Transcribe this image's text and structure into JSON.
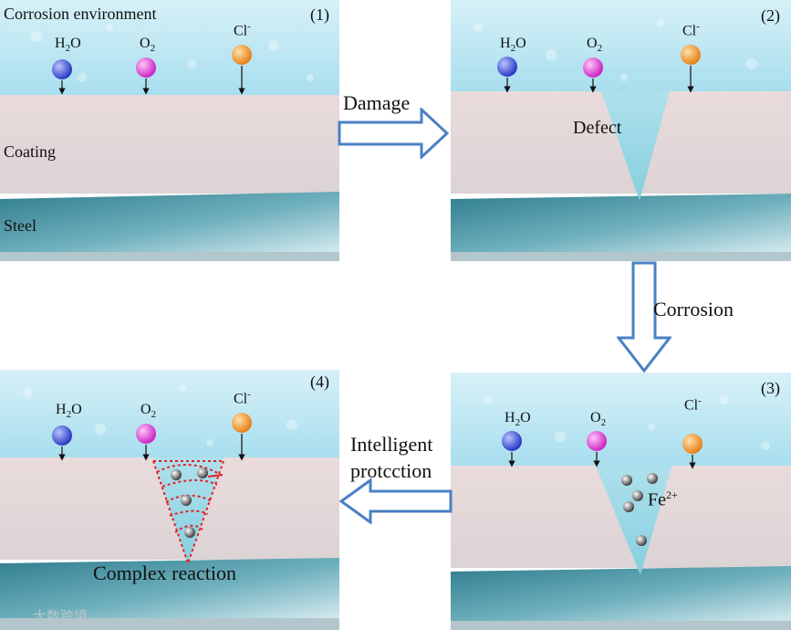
{
  "panels": [
    {
      "number": "(1)",
      "env_label": "Corrosion environment",
      "coating_label": "Coating",
      "steel_label": "Steel",
      "species": [
        {
          "base": "H",
          "sub": "2",
          "tail": "O",
          "sup": "",
          "color": "#3b4fd8"
        },
        {
          "base": "O",
          "sub": "2",
          "tail": "",
          "sup": "",
          "color": "#e040d8"
        },
        {
          "base": "Cl",
          "sub": "",
          "tail": "",
          "sup": "-",
          "color": "#f0962a"
        }
      ]
    },
    {
      "number": "(2)",
      "defect_label": "Defect",
      "species": [
        {
          "base": "H",
          "sub": "2",
          "tail": "O",
          "sup": "",
          "color": "#3b4fd8"
        },
        {
          "base": "O",
          "sub": "2",
          "tail": "",
          "sup": "",
          "color": "#e040d8"
        },
        {
          "base": "Cl",
          "sub": "",
          "tail": "",
          "sup": "-",
          "color": "#f0962a"
        }
      ]
    },
    {
      "number": "(3)",
      "ion_base": "Fe",
      "ion_sup": "2+",
      "species": [
        {
          "base": "H",
          "sub": "2",
          "tail": "O",
          "sup": "",
          "color": "#3b4fd8"
        },
        {
          "base": "O",
          "sub": "2",
          "tail": "",
          "sup": "",
          "color": "#e040d8"
        },
        {
          "base": "Cl",
          "sub": "",
          "tail": "",
          "sup": "-",
          "color": "#f0962a"
        }
      ]
    },
    {
      "number": "(4)",
      "reaction_label": "Complex reaction",
      "species": [
        {
          "base": "H",
          "sub": "2",
          "tail": "O",
          "sup": "",
          "color": "#3b4fd8"
        },
        {
          "base": "O",
          "sub": "2",
          "tail": "",
          "sup": "",
          "color": "#e040d8"
        },
        {
          "base": "Cl",
          "sub": "",
          "tail": "",
          "sup": "-",
          "color": "#f0962a"
        }
      ]
    }
  ],
  "arrows": {
    "damage": "Damage",
    "corrosion": "Corrosion",
    "intelligent_line1": "Intelligent",
    "intelligent_line2": "protcction"
  },
  "watermark": "大数跨境",
  "colors": {
    "water": "#bfe6f2",
    "coating": "#e8d8d8",
    "steel": "#3e8fa0",
    "arrow": "#4a80c4"
  }
}
